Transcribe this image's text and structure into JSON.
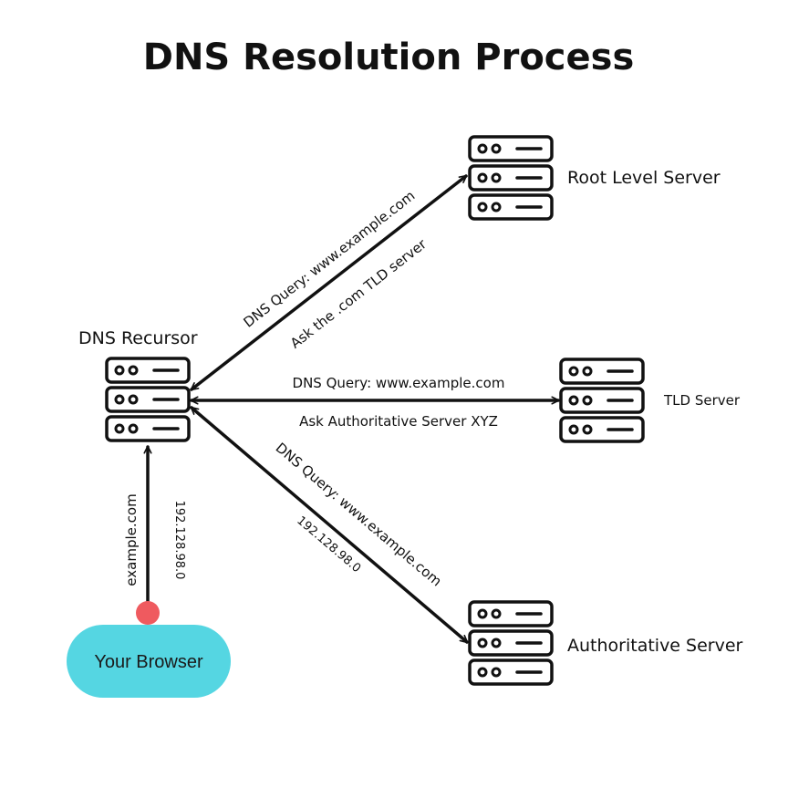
{
  "title": "DNS Resolution Process",
  "nodes": {
    "recursor": "DNS Recursor",
    "root": "Root Level Server",
    "tld": "TLD Server",
    "authoritative": "Authoritative Server",
    "browser": "Your Browser"
  },
  "edges": {
    "browser_to_recursor": {
      "query": "example.com",
      "response": "192.128.98.0"
    },
    "recursor_root": {
      "query": "DNS Query: www.example.com",
      "response": "Ask the .com TLD server"
    },
    "recursor_tld": {
      "query": "DNS Query: www.example.com",
      "response": "Ask Authoritative Server XYZ"
    },
    "recursor_auth": {
      "query": "DNS Query: www.example.com",
      "response": "192.128.98.0"
    }
  },
  "colors": {
    "browser_fill": "#55d6e2",
    "browser_dot": "#ef5a5f",
    "ink": "#111111"
  }
}
